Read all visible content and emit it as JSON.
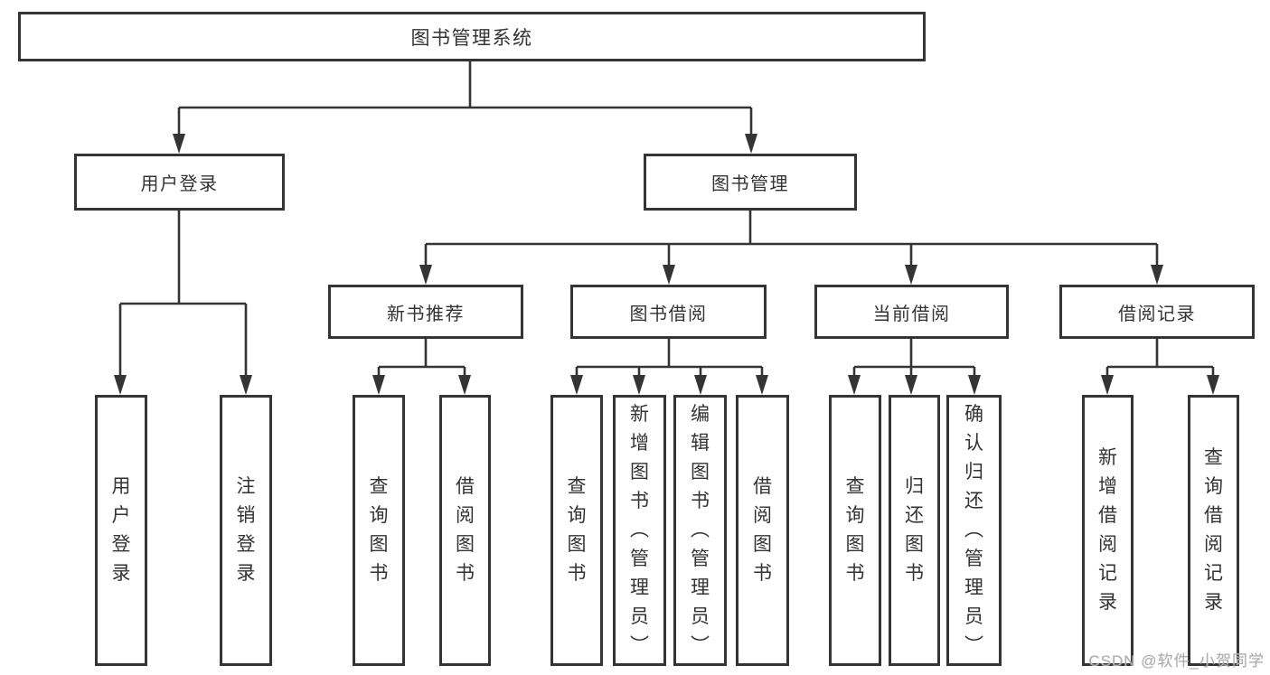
{
  "tree": {
    "root": "图书管理系统",
    "branches": [
      {
        "label": "用户登录",
        "children": [
          {
            "label": "用户登录"
          },
          {
            "label": "注销登录"
          }
        ]
      },
      {
        "label": "图书管理",
        "sections": [
          {
            "label": "新书推荐",
            "children": [
              {
                "label": "查询图书"
              },
              {
                "label": "借阅图书"
              }
            ]
          },
          {
            "label": "图书借阅",
            "children": [
              {
                "label": "查询图书"
              },
              {
                "label": "新增图书（管理员）"
              },
              {
                "label": "编辑图书（管理员）"
              },
              {
                "label": "借阅图书"
              }
            ]
          },
          {
            "label": "当前借阅",
            "children": [
              {
                "label": "查询图书"
              },
              {
                "label": "归还图书"
              },
              {
                "label": "确认归还（管理员）"
              }
            ]
          },
          {
            "label": "借阅记录",
            "children": [
              {
                "label": "新增借阅记录"
              },
              {
                "label": "查询借阅记录"
              }
            ]
          }
        ]
      }
    ]
  },
  "line_color": "#343434",
  "watermark": "CSDN @软件_小贺同学"
}
